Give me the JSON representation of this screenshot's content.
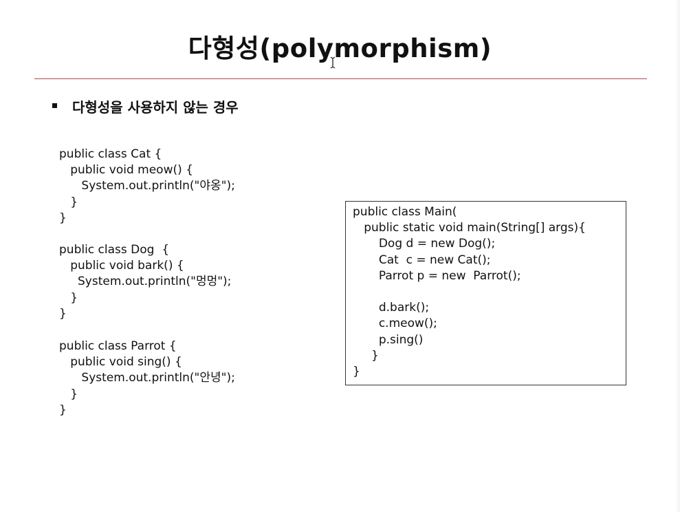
{
  "slide": {
    "title": "다형성(polymorphism)",
    "bullet": "다형성을 사용하지 않는 경우"
  },
  "code_blocks": {
    "cat": [
      "public class Cat {",
      "   public void meow() {",
      "      System.out.println(\"야옹\");",
      "   }",
      "}"
    ],
    "dog": [
      "public class Dog  {",
      "   public void bark() {",
      "     System.out.println(\"멍멍\");",
      "   }",
      "}"
    ],
    "parrot": [
      "public class Parrot {",
      "   public void sing() {",
      "      System.out.println(\"안녕\");",
      "   }",
      "}"
    ],
    "main": [
      "public class Main(",
      "   public static void main(String[] args){",
      "       Dog d = new Dog();",
      "       Cat  c = new Cat();",
      "       Parrot p = new  Parrot();",
      "",
      "       d.bark();",
      "       c.meow();",
      "       p.sing()",
      "     }",
      "}"
    ]
  },
  "colors": {
    "divider": "#b4474f",
    "text": "#111111",
    "box_border": "#333333"
  },
  "icons": {
    "cursor": "text-cursor-icon",
    "bullet": "square-bullet-icon"
  }
}
